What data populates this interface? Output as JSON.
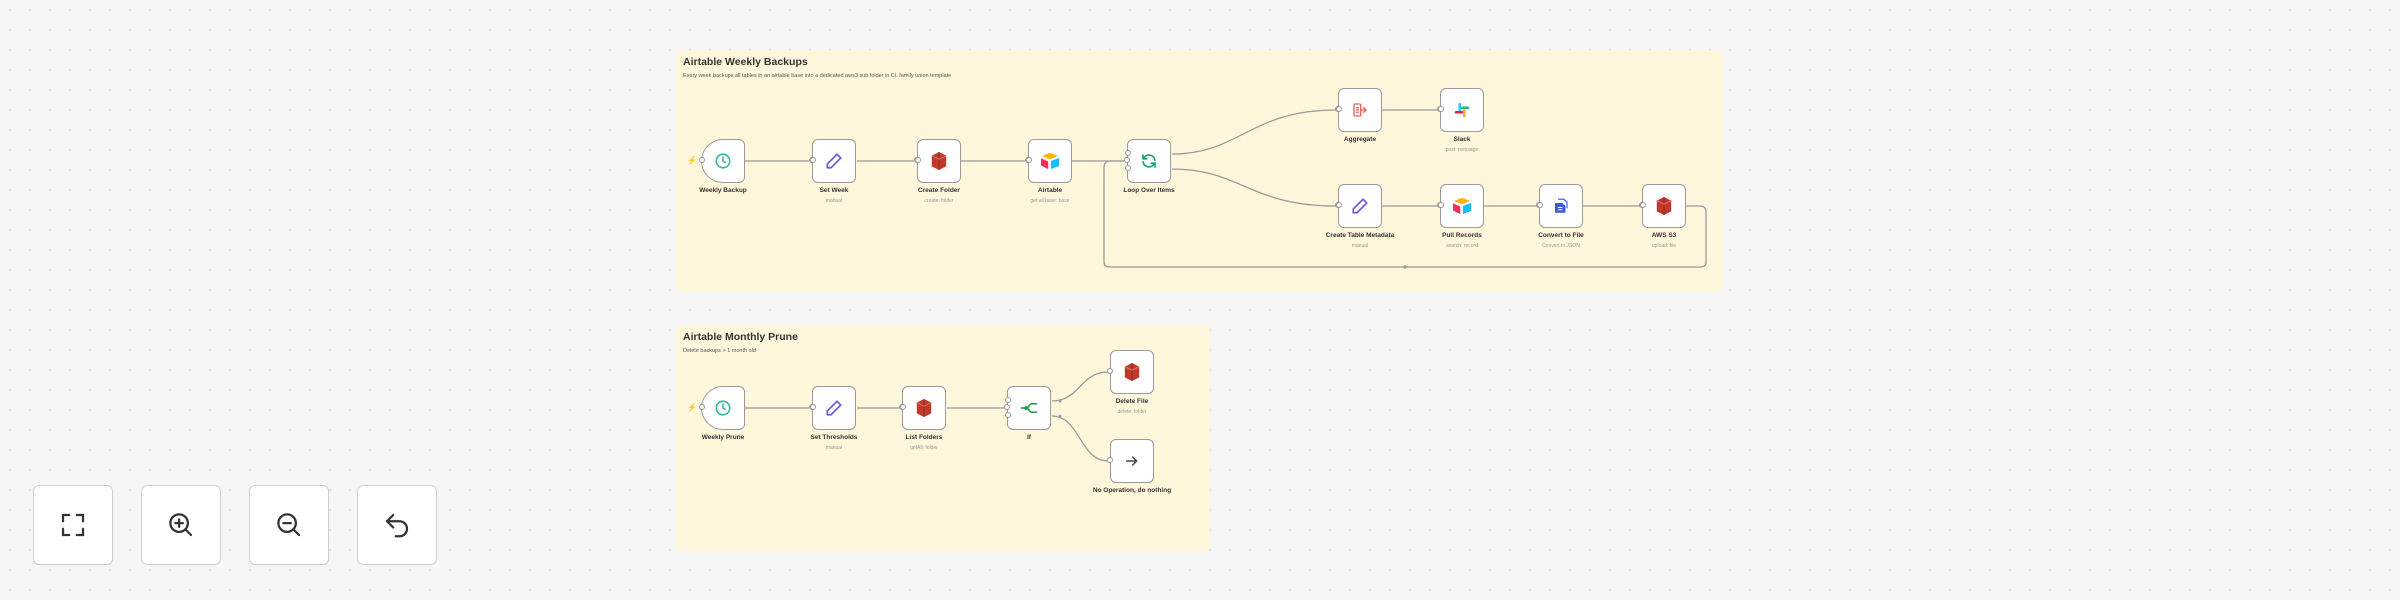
{
  "groups": [
    {
      "title": "Airtable Weekly Backups",
      "description": "Every week backups all tables in an airtable base into a dedicated aws3 sub folder in CL family union template"
    },
    {
      "title": "Airtable Monthly Prune",
      "description": "Delete backups > 1 month old"
    }
  ],
  "nodes": {
    "weekly_backup": {
      "label": "Weekly Backup",
      "sub": ""
    },
    "set_week": {
      "label": "Set Week",
      "sub": "manual"
    },
    "create_folder": {
      "label": "Create Folder",
      "sub": "create: folder"
    },
    "airtable": {
      "label": "Airtable",
      "sub": "get:all:base: base"
    },
    "loop_over_items": {
      "label": "Loop Over Items",
      "sub": ""
    },
    "aggregate": {
      "label": "Aggregate",
      "sub": ""
    },
    "slack": {
      "label": "Slack",
      "sub": "post: message"
    },
    "create_table_metadata": {
      "label": "Create Table Metadata",
      "sub": "manual"
    },
    "pull_records": {
      "label": "Pull Records",
      "sub": "search: record"
    },
    "convert_to_file": {
      "label": "Convert to File",
      "sub": "Convert to JSON"
    },
    "aws_s3": {
      "label": "AWS S3",
      "sub": "upload: file"
    },
    "weekly_prune": {
      "label": "Weekly Prune",
      "sub": ""
    },
    "set_thresholds": {
      "label": "Set Thresholds",
      "sub": "manual"
    },
    "list_folders": {
      "label": "List Folders",
      "sub": "getAll: folder"
    },
    "if": {
      "label": "If",
      "sub": ""
    },
    "delete_file": {
      "label": "Delete File",
      "sub": "delete: folder"
    },
    "no_operation": {
      "label": "No Operation, do nothing",
      "sub": ""
    }
  },
  "icons": {
    "clock": "clock-icon",
    "pencil": "pencil-icon",
    "aws": "aws-s3-icon",
    "airtable": "airtable-icon",
    "loop": "loop-icon",
    "aggregate": "aggregate-icon",
    "slack": "slack-icon",
    "convert": "convert-file-icon",
    "if": "if-branch-icon",
    "arrow": "arrow-right-icon",
    "bolt": "trigger-bolt-icon"
  },
  "colors": {
    "group_bg": "#fff6dc",
    "canvas": "#f6f6f6",
    "trigger": "#e0633a",
    "clock": "#3fb5a5",
    "pencil": "#6a5ae0",
    "aws": "#c1392b"
  },
  "controls": [
    {
      "name": "fit-view",
      "icon": "fit-view-icon"
    },
    {
      "name": "zoom-in",
      "icon": "zoom-in-icon"
    },
    {
      "name": "zoom-out",
      "icon": "zoom-out-icon"
    },
    {
      "name": "reset",
      "icon": "undo-icon"
    }
  ]
}
